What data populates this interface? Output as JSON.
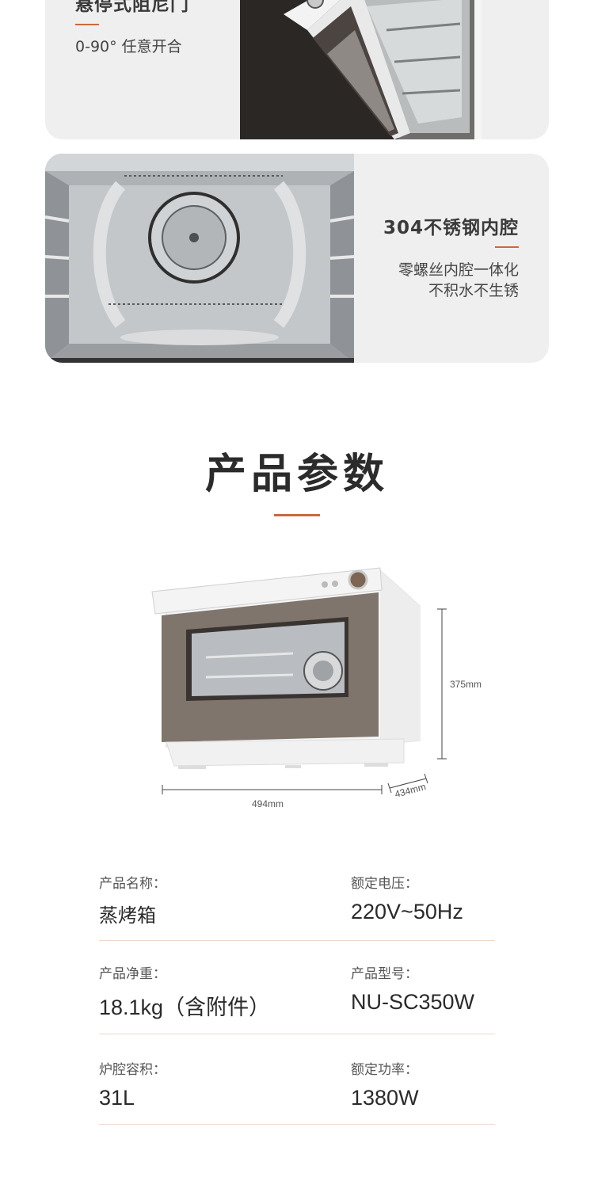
{
  "features": [
    {
      "title": "悬停式阻尼门",
      "subtitle": "0-90°  任意开合"
    },
    {
      "title": "304不锈钢内腔",
      "subtitle_lines": [
        "零螺丝内腔一体化",
        "不积水不生锈"
      ]
    }
  ],
  "section": {
    "title": "产品参数"
  },
  "dimensions": {
    "height": "375mm",
    "width": "494mm",
    "depth": "434mm"
  },
  "specs": [
    {
      "label": "产品名称：",
      "value": "蒸烤箱"
    },
    {
      "label": "额定电压：",
      "value": "220V~50Hz"
    },
    {
      "label": "产品净重：",
      "value": "18.1kg（含附件）"
    },
    {
      "label": "产品型号：",
      "value": "NU-SC350W"
    },
    {
      "label": "炉腔容积：",
      "value": "31L"
    },
    {
      "label": "额定功率：",
      "value": "1380W"
    }
  ],
  "colors": {
    "accent": "#c96a3c",
    "card_bg": "#efefef",
    "divider": "#ecd9cd"
  }
}
